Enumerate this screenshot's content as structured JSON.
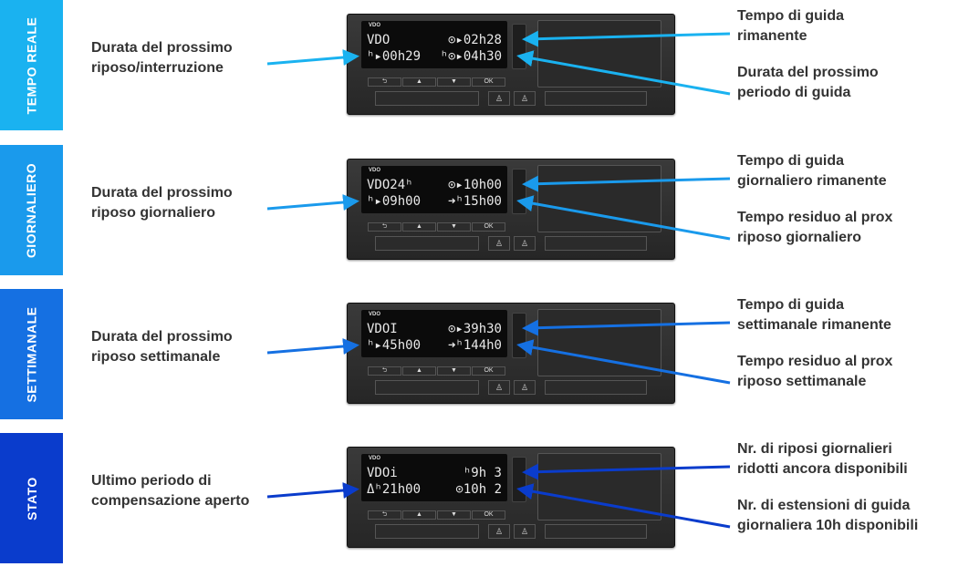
{
  "rows": [
    {
      "tab": "TEMPO REALE",
      "color": "#1ab2f0",
      "left": [
        "Durata del prossimo",
        "riposo/interruzione"
      ],
      "right_top": [
        "Tempo di guida",
        "rimanente"
      ],
      "right_bottom": [
        "Durata del prossimo",
        "periodo di guida"
      ],
      "line1": [
        "VDO",
        "⊙▸02h28"
      ],
      "line2": [
        "ʰ▸00h29",
        "ʰ⊙▸04h30"
      ]
    },
    {
      "tab": "GIORNALIERO",
      "color": "#1a9aec",
      "left": [
        "Durata del prossimo",
        "riposo giornaliero"
      ],
      "right_top": [
        "Tempo di guida",
        "giornaliero rimanente"
      ],
      "right_bottom": [
        "Tempo residuo al prox",
        "riposo giornaliero"
      ],
      "line1": [
        "VDO24ʰ",
        "⊙▸10h00"
      ],
      "line2": [
        "ʰ▸09h00",
        "➜ʰ15h00"
      ]
    },
    {
      "tab": "SETTIMANALE",
      "color": "#1570e2",
      "left": [
        "Durata del prossimo",
        "riposo settimanale"
      ],
      "right_top": [
        "Tempo di guida",
        "settimanale rimanente"
      ],
      "right_bottom": [
        "Tempo residuo al prox",
        "riposo settimanale"
      ],
      "line1": [
        "VDOI",
        "⊙▸39h30"
      ],
      "line2": [
        "ʰ▸45h00",
        "➜ʰ144h0"
      ]
    },
    {
      "tab": "STATO",
      "color": "#0a3ccc",
      "left": [
        "Ultimo periodo di",
        "compensazione aperto"
      ],
      "right_top": [
        "Nr. di riposi giornalieri",
        "ridotti ancora disponibili"
      ],
      "right_bottom": [
        "Nr. di estensioni di guida",
        "giornaliera 10h disponibili"
      ],
      "line1": [
        "VDOi",
        "ʰ9h 3"
      ],
      "line2": [
        "Δʰ21h00",
        "⊙10h 2"
      ]
    }
  ],
  "device": {
    "brand": "VDO",
    "buttons": [
      "⮌",
      "▲",
      "▼",
      "OK"
    ],
    "card_buttons": [
      "♙",
      "♙"
    ]
  }
}
